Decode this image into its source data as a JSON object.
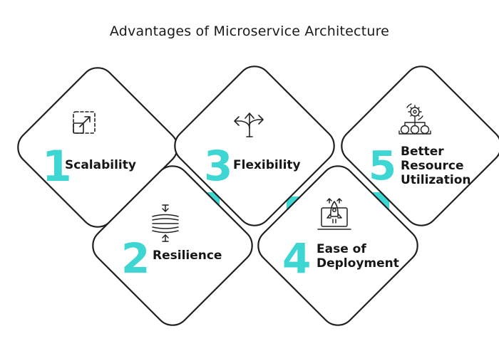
{
  "title": "Advantages of Microservice Architecture",
  "accent_color": "#3ed6d2",
  "items": [
    {
      "number": "1",
      "label": "Scalability",
      "icon": "expand-icon"
    },
    {
      "number": "2",
      "label": "Resilience",
      "icon": "compress-icon"
    },
    {
      "number": "3",
      "label": "Flexibility",
      "icon": "branch-arrows-icon"
    },
    {
      "number": "4",
      "label": "Ease of Deployment",
      "label_lines": [
        "Ease of",
        "Deployment"
      ],
      "icon": "rocket-laptop-icon"
    },
    {
      "number": "5",
      "label": "Better Resource Utilization",
      "label_lines": [
        "Better",
        "Resource",
        "Utilization"
      ],
      "icon": "resource-network-icon"
    }
  ]
}
